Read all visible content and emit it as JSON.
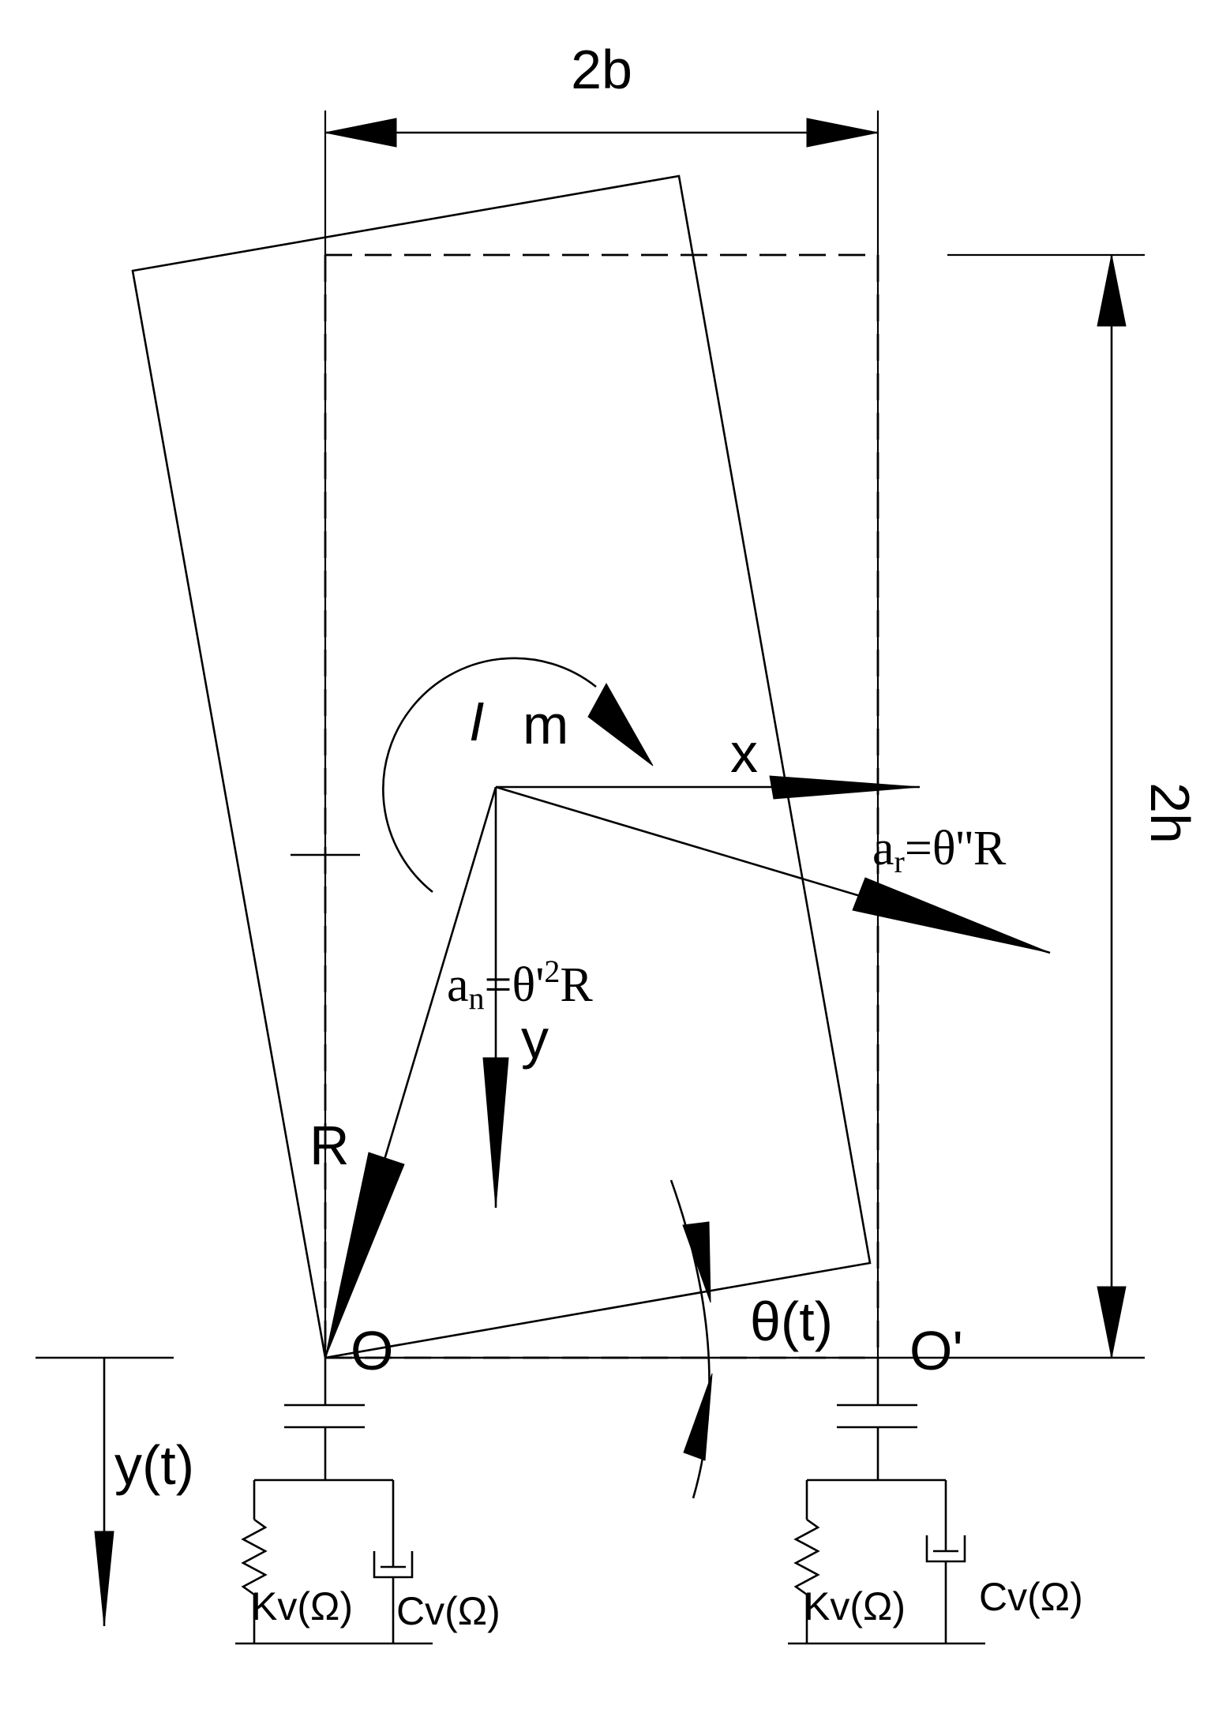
{
  "labels": {
    "width": "2b",
    "height": "2h",
    "inertia": "I",
    "mass": "m",
    "x_axis": "x",
    "y_axis": "y",
    "radius": "R",
    "pivot": "O",
    "pivot_right": "O'",
    "rotation": "θ(t)",
    "vertical_motion": "y(t)",
    "tangential_base": "a",
    "tangential_sub": "r",
    "tangential_rest": "=θ''R",
    "normal_base": "a",
    "normal_sub": "n",
    "normal_rest": "=θ'",
    "normal_sup": "2",
    "normal_tail": "R",
    "stiffness_left": "Kv(Ω)",
    "damping_left": "Cv(Ω)",
    "stiffness_right": "Kv(Ω)",
    "damping_right": "Cv(Ω)"
  }
}
